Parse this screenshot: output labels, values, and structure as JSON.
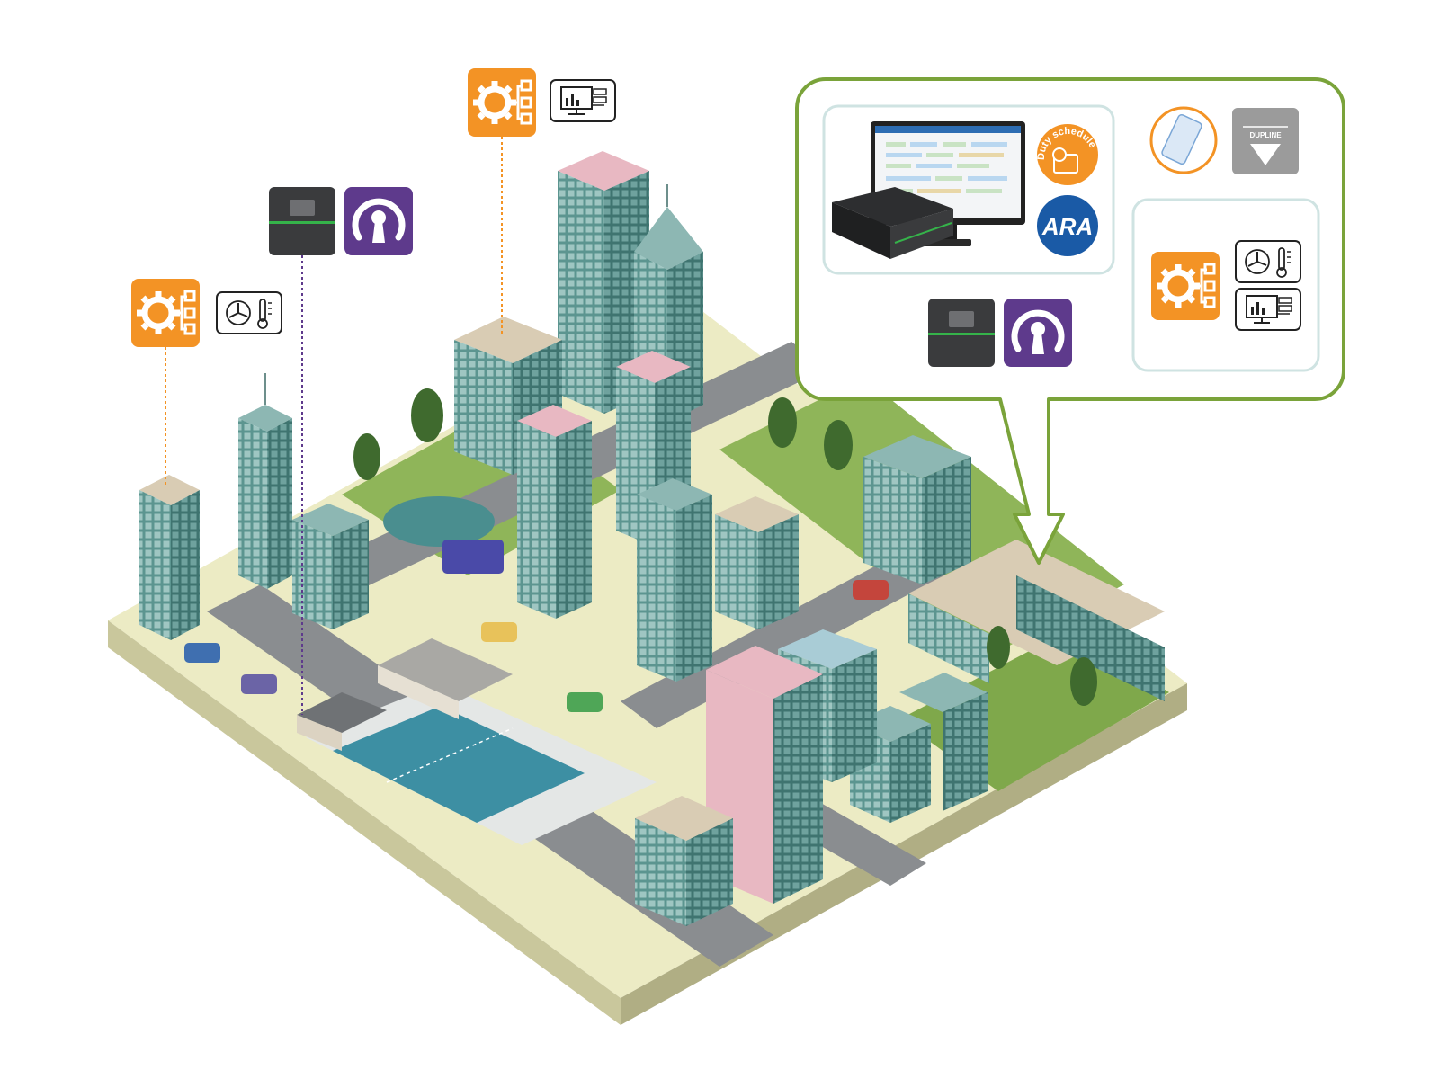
{
  "labels": {
    "duty_schedule": "Duty schedule",
    "ara": "ARA",
    "dupline": "DUPLINE"
  },
  "icons": {
    "gear_network": "gear-network-icon",
    "hvac": "fan-thermometer-icon",
    "monitor": "monitor-dashboard-icon",
    "gateway": "gateway-device-icon",
    "remote_access": "keyhole-remote-access-icon",
    "phone_app": "phone-app-icon",
    "dupline": "dupline-logo-icon"
  },
  "colors": {
    "orange": "#F39325",
    "purple": "#5E3A8C",
    "dark_device": "#3a3b3d",
    "accent_green": "#35b34a",
    "callout_border": "#7aa33a",
    "ara_blue": "#1a5aa6",
    "dupline_grey": "#9b9b9b",
    "glass": "#5c9590",
    "pink": "#e8b8c2",
    "tan": "#d9ccb4",
    "grass": "#8fb559",
    "road": "#8a8d90",
    "water": "#3d8fa3"
  }
}
